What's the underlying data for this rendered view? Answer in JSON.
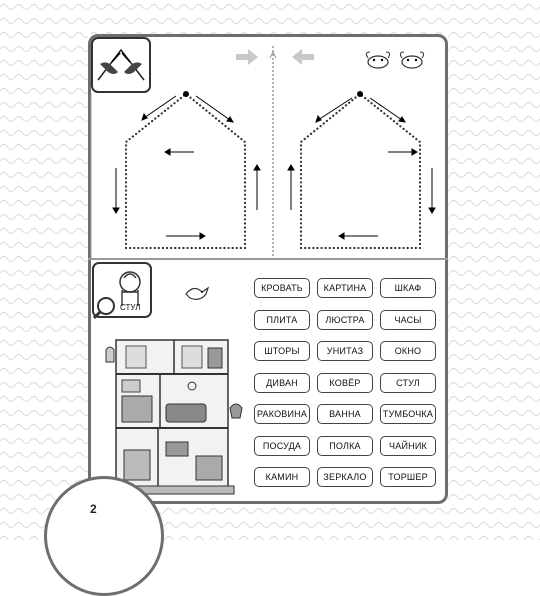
{
  "page_number": "2",
  "example_word": "СТУЛ",
  "word_tiles": [
    "КРОВАТЬ",
    "КАРТИНА",
    "ШКАФ",
    "ПЛИТА",
    "ЛЮСТРА",
    "ЧАСЫ",
    "ШТОРЫ",
    "УНИТАЗ",
    "ОКНО",
    "ДИВАН",
    "КОВЁР",
    "СТУЛ",
    "РАКОВИНА",
    "ВАННА",
    "ТУМБОЧКА",
    "ПОСУДА",
    "ПОЛКА",
    "ЧАЙНИК",
    "КАМИН",
    "ЗЕРКАЛО",
    "ТОРШЕР"
  ],
  "icons": {
    "hands_tracing": "hands-drawing-icon",
    "chair_magnifier": "chair-magnifier-icon",
    "arrow_right": "arrow-right-icon",
    "arrow_left": "arrow-left-icon",
    "birds": "birds-icon",
    "bird": "bird-icon",
    "dollhouse": "dollhouse-illustration"
  },
  "colors": {
    "border": "#6e6e6e",
    "tile_border": "#444444",
    "arrow_fill": "#c8c8c8"
  }
}
